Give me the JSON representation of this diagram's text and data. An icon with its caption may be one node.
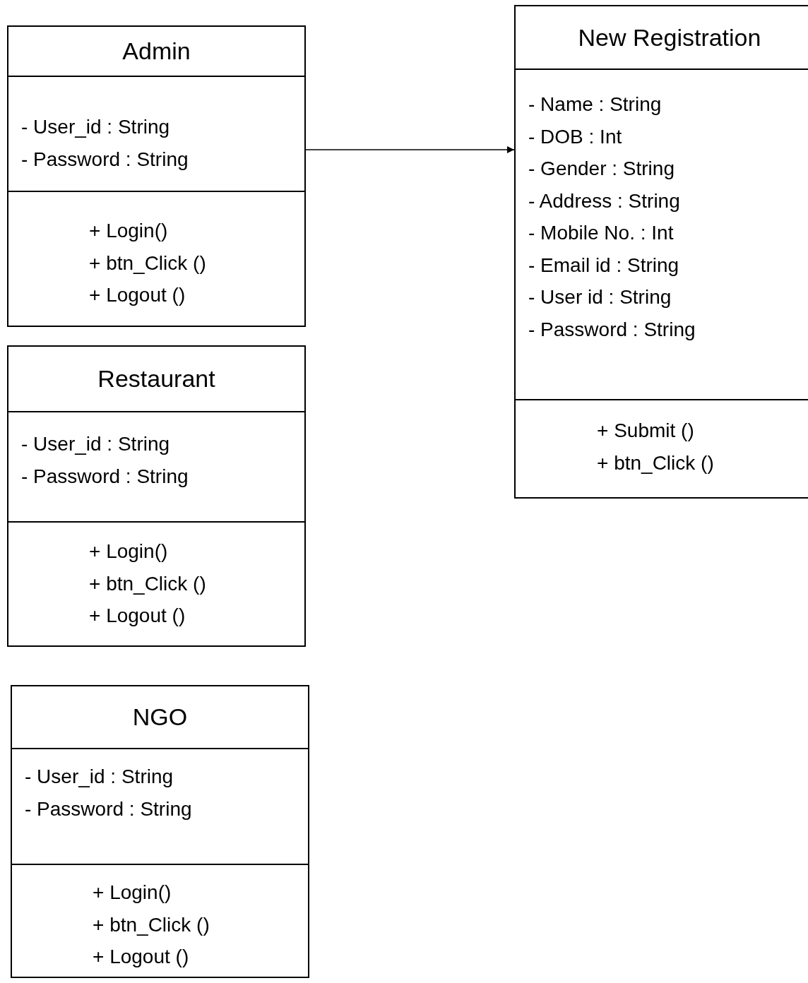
{
  "diagram": {
    "nodes": [
      {
        "text": [
          "Admin",
          "- User_id : String",
          "- Password : String",
          "+ Login()",
          "+ btn_Click ()",
          "+ Logout ()"
        ]
      },
      {
        "text": [
          "New Registration",
          "- Name : String",
          "- DOB : Int",
          "- Gender : String",
          "- Address : String",
          "- Mobile No. : Int",
          "- Email id : String",
          "- User id : String",
          "- Password : String",
          "+ Submit ()",
          "+ btn_Click ()"
        ]
      },
      {
        "text": [
          "Restaurant",
          "- User_id : String",
          "- Password : String",
          "+ Login()",
          "+ btn_Click ()",
          "+ Logout ()"
        ]
      },
      {
        "text": [
          "NGO",
          "- User_id : String",
          "- Password : String",
          "+ Login()",
          "+ btn_Click ()",
          "+ Logout ()"
        ]
      }
    ],
    "edges": [
      {
        "from": 0,
        "to": 1,
        "arrow": "to"
      }
    ]
  }
}
